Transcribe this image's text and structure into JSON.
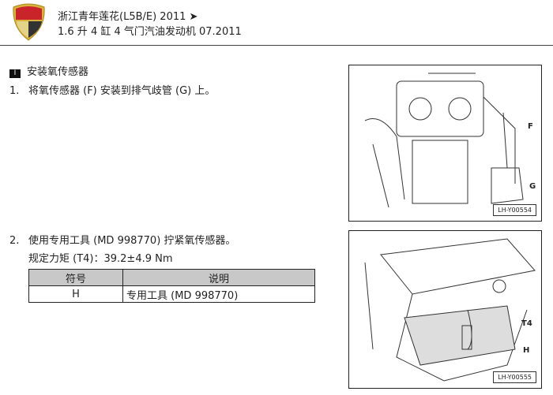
{
  "header": {
    "title_line1": "浙江青年莲花(L5B/E) 2011 ➤",
    "title_line2": "1.6 升 4 缸 4 气门汽油发动机   07.2011"
  },
  "section": {
    "marker": "I",
    "title": "安装氧传感器"
  },
  "steps": [
    {
      "num": "1.",
      "text": "将氧传感器 (F) 安装到排气歧管 (G) 上。"
    },
    {
      "num": "2.",
      "text": "使用专用工具 (MD 998770) 拧紧氧传感器。",
      "note": "规定力矩 (T4)：39.2±4.9 Nm"
    }
  ],
  "table": {
    "headers": [
      "符号",
      "说明"
    ],
    "rows": [
      [
        "H",
        "专用工具 (MD 998770)"
      ]
    ]
  },
  "figures": [
    {
      "caption": "LH-Y00554",
      "labels": [
        "F",
        "G"
      ]
    },
    {
      "caption": "LH-Y00555",
      "labels": [
        "T4",
        "H"
      ]
    }
  ]
}
